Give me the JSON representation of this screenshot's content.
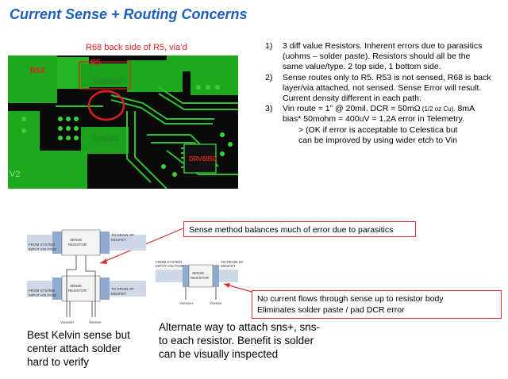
{
  "slide": {
    "title": "Current Sense + Routing Concerns",
    "pcb_caption": "R68 back side of R5, via’d",
    "pcb_labels": {
      "r53": "R53",
      "r5": "R5",
      "v2": "V2",
      "vsense": "VSENSE",
      "sp": "SP5004",
      "ic": "DRV8950"
    },
    "notes": [
      {
        "num": "1)",
        "lines": [
          "3 diff value Resistors.  Inherent errors due to parasitics",
          "(uohms – solder paste).  Resistors should all be the",
          "same value/type.  2 top side, 1 bottom side."
        ]
      },
      {
        "num": "2)",
        "lines": [
          "Sense routes only to R5.  R53 is not sensed, R68 is back",
          "layer/via attached, not sensed. Sense Error will result.",
          "Current density different in each path."
        ]
      },
      {
        "num": "3)",
        "line1_main": "Vin route = 1” @ 20mil. DCR = 50mΩ",
        "line1_sub": " (1/2 oz Cu).",
        "line1_end": " 8mA",
        "line2": "bias* 50mohm = 400uV = 1.2A error in Telemetry.",
        "line3": "> (OK if error is acceptable to Celestica but",
        "line4": "can be improved by using wider etch to Vin"
      }
    ],
    "callout_top": "Sense method balances much of error due to parasitics",
    "callout_bottom": [
      "No current flows through sense up to resistor body",
      "Eliminates solder paste / pad DCR error"
    ],
    "caption_left": [
      "Best Kelvin sense but",
      "center attach solder",
      "hard to verify"
    ],
    "caption_right": [
      "Alternate way to attach sns+, sns-",
      "to each resistor.  Benefit is solder",
      "can be visually inspected"
    ],
    "diagram_left": {
      "from_left": [
        "FROM SYSTEM",
        "INPUT VOLTAGE"
      ],
      "to_right": [
        "TO DRAIN OF",
        "MOSFET"
      ],
      "resistor": [
        "SENSE",
        "RESISTOR"
      ],
      "sense_plus": "Vsense+",
      "sense_minus": "Vsense-"
    },
    "diagram_right": {
      "from_left": [
        "FROM SYSTEM",
        "INPUT VOLTAGE"
      ],
      "to_right": [
        "TO DRAIN OF",
        "MOSFET"
      ],
      "resistor": [
        "SENSE",
        "RESISTOR"
      ],
      "sense_plus": "Vsense+",
      "sense_minus": "Vsense-"
    },
    "colors": {
      "title": "#1f5fbf",
      "pcb_copper": "#1ea81e",
      "pcb_bg": "#0a0a0a",
      "callout_border": "#e03030",
      "highlight": "#e02020"
    }
  }
}
